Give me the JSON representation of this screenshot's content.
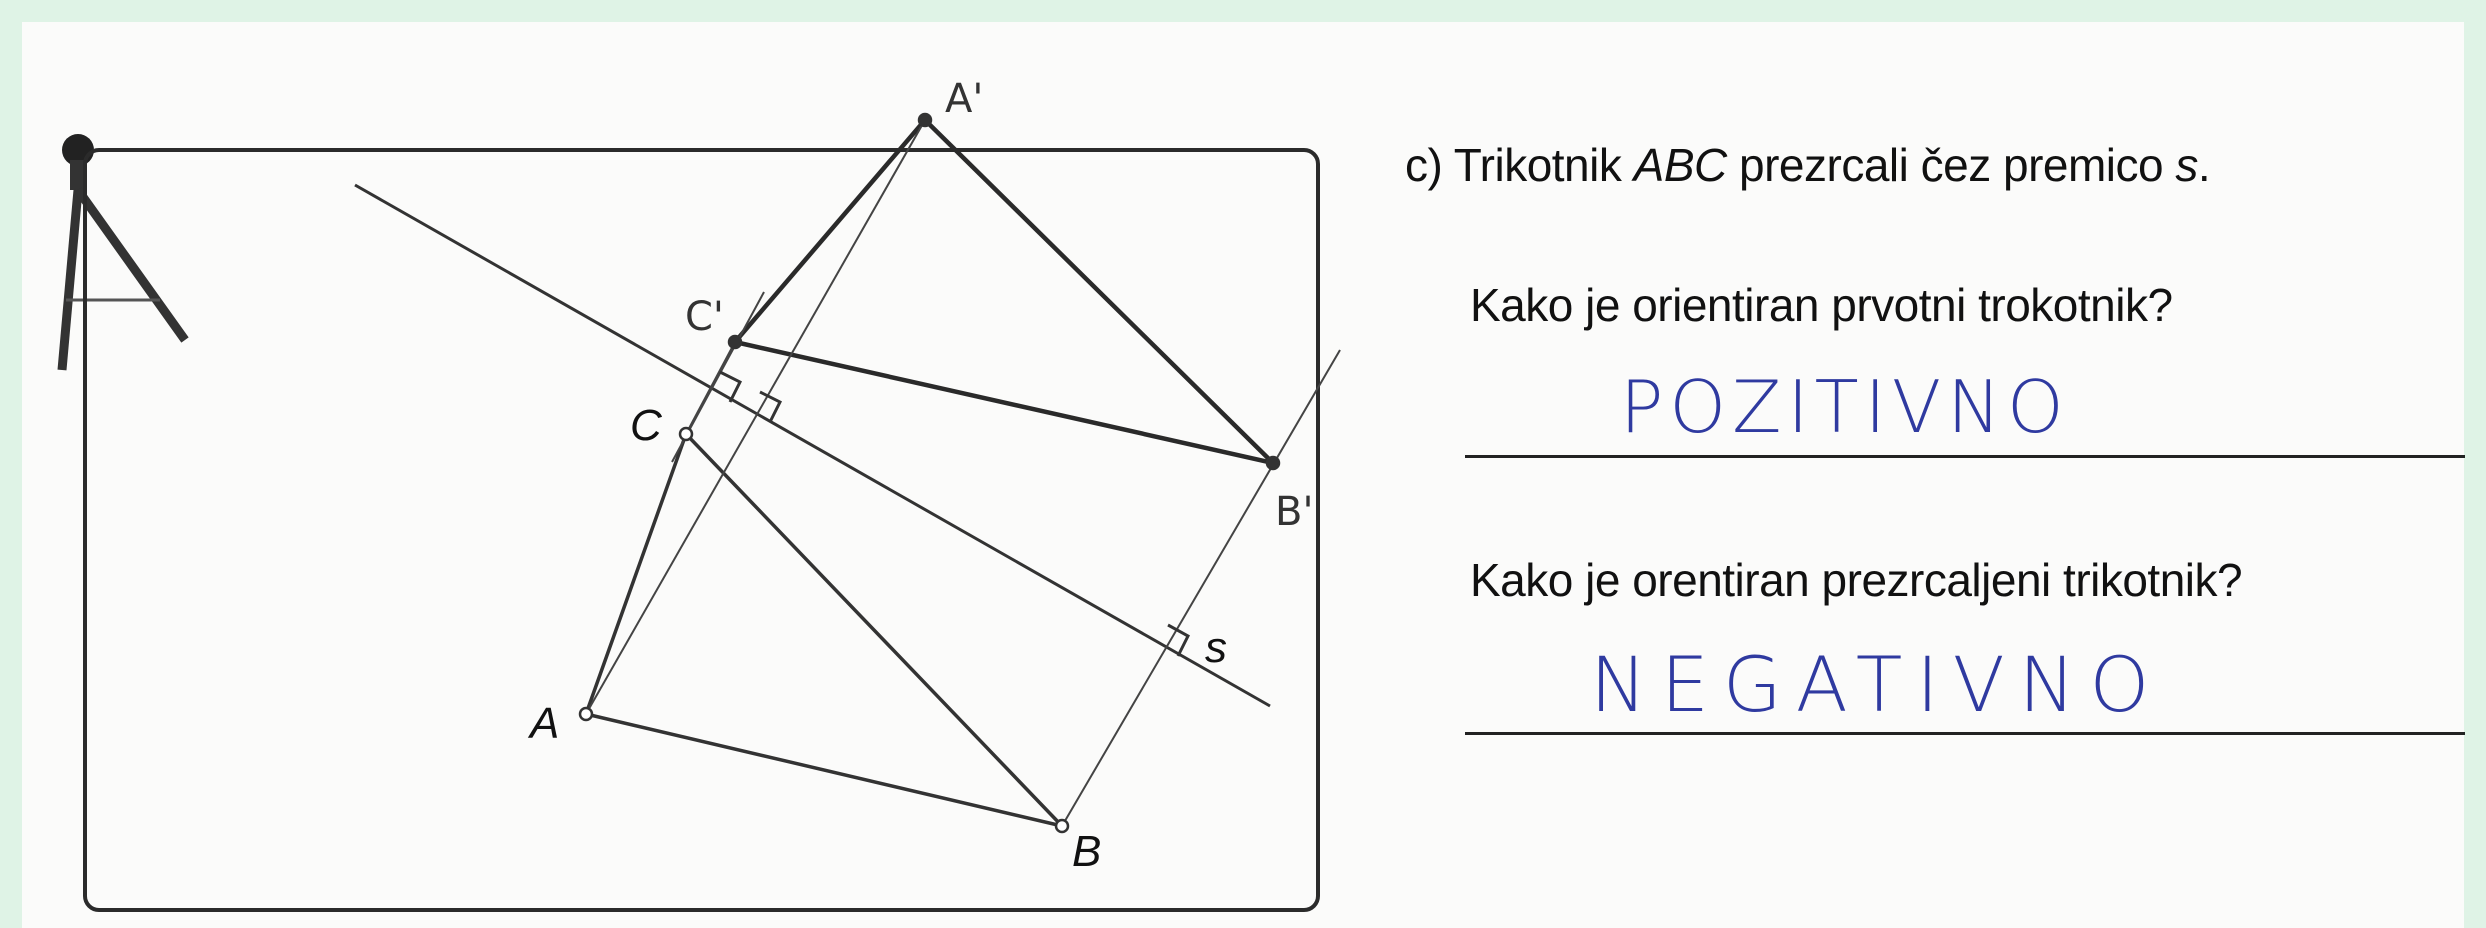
{
  "task": {
    "prefix": "c) Trikotnik ",
    "triangle": "ABC",
    "middle": " prezrcali čez premico ",
    "line_name": "s",
    "end": "."
  },
  "questions": [
    {
      "text": "Kako je orientiran prvotni trokotnik?",
      "answer": "POZITIVNO"
    },
    {
      "text": "Kako je orentiran prezrcaljeni trikotnik?",
      "answer": "NEGATIVNO"
    }
  ],
  "diagram": {
    "points": [
      "A",
      "B",
      "C",
      "s"
    ],
    "mirrored_points": [
      "A'",
      "B'",
      "C'"
    ]
  },
  "colors": {
    "background": "#dff3e6",
    "ink": "#111111",
    "answer_ink": "#2f3aa0"
  }
}
